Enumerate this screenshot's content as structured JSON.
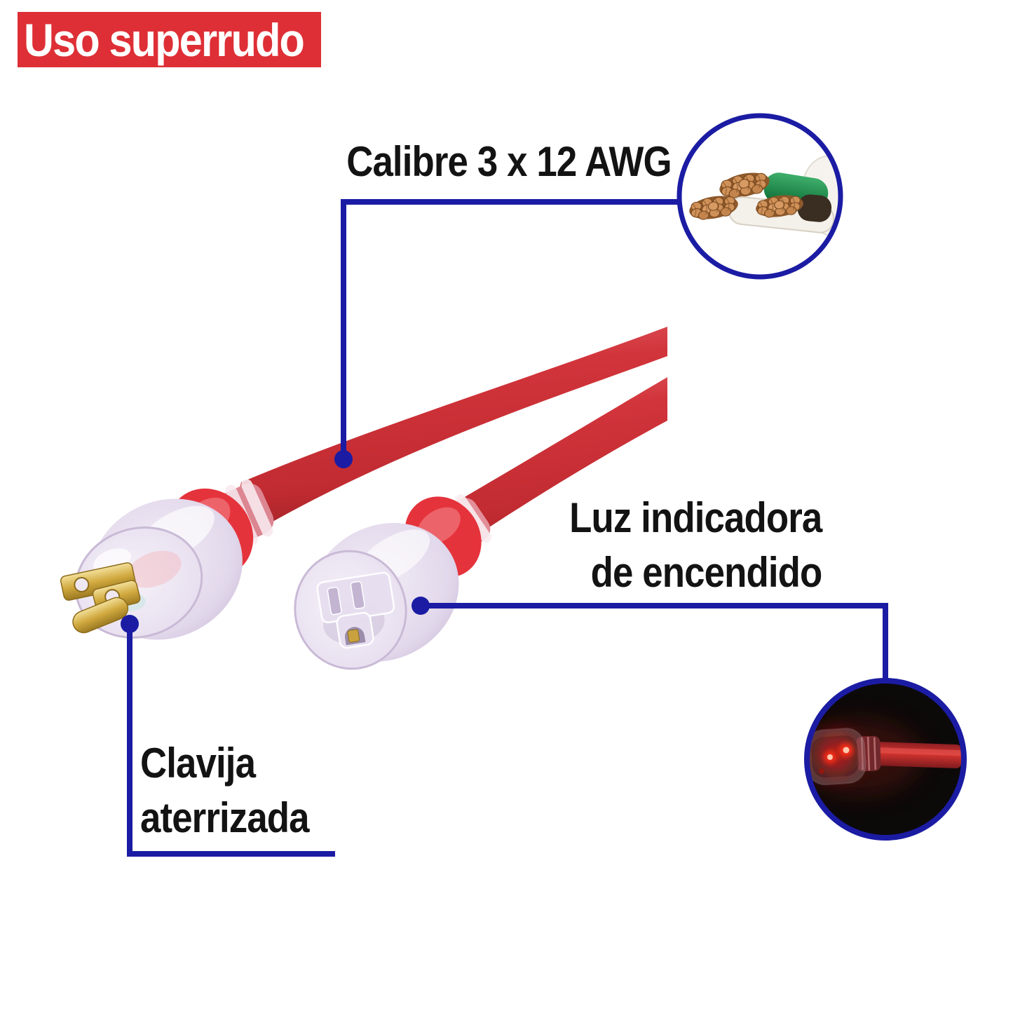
{
  "badge": {
    "label": "Uso superrudo"
  },
  "annotations": {
    "calibre": {
      "label": "Calibre 3 x 12 AWG"
    },
    "indicator": {
      "label": "Luz indicadora\nde encendido"
    },
    "plug": {
      "label": "Clavija\naterrizada"
    }
  },
  "colors": {
    "badge_red": "#de2f36",
    "callout_navy": "#1b1ca3",
    "cable_red": "#d23238",
    "text": "#131313",
    "inset_dark_bg": "#0c0909",
    "wire_green": "#0c6d35",
    "wire_white": "#f4f0ea",
    "wire_black": "#3a2d21",
    "copper": "#cf9158",
    "brass": "#d1a93f"
  },
  "insets": {
    "cross_section": {
      "name": "cable-cross-section-photo"
    },
    "indicator_light": {
      "name": "lit-connector-photo"
    }
  }
}
